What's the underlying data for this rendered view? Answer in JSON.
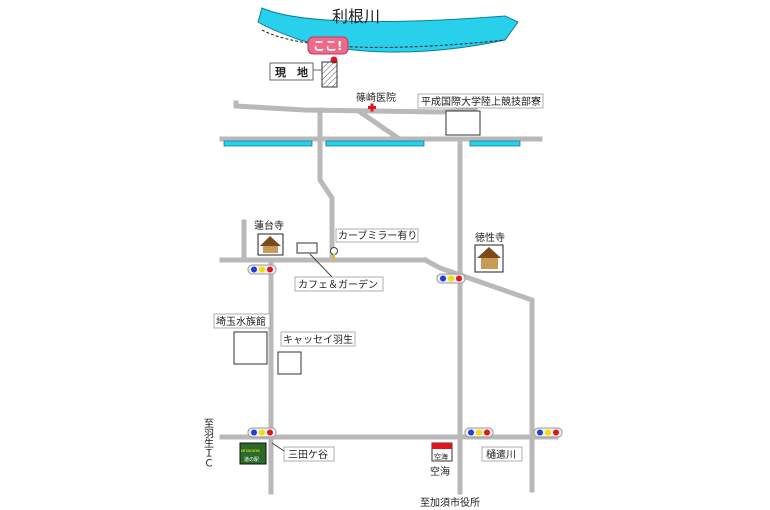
{
  "river": {
    "name": "利根川"
  },
  "here": {
    "badge": "ここ!",
    "label": "現　地"
  },
  "landmarks": {
    "shinozaki": "篠崎医院",
    "dormitory": "平成国際大学陸上競技部寮",
    "rendaiji": "蓮台寺",
    "curve_mirror": "カーブミラー有り",
    "tokushoji": "徳性寺",
    "cafe": "カフェ＆ガーデン",
    "aquarium": "埼玉水族館",
    "cassei": "キャッセイ羽生",
    "mitagaya": "三田ケ谷",
    "kukai": "空海",
    "hidoigawa": "樋遣川",
    "to_kazo_city_hall": "至加須市役所",
    "to_hanyu_ic": "至羽生ＩＣ",
    "mitagaya_logo": "MITAGAYA",
    "mitagaya_logo_sub": "道の駅",
    "kukai_logo": "空海"
  },
  "colors": {
    "river": "#29d0ec",
    "road": "#b9b9b9",
    "badge": "#ef6a8a",
    "cross": "#e0161e"
  }
}
